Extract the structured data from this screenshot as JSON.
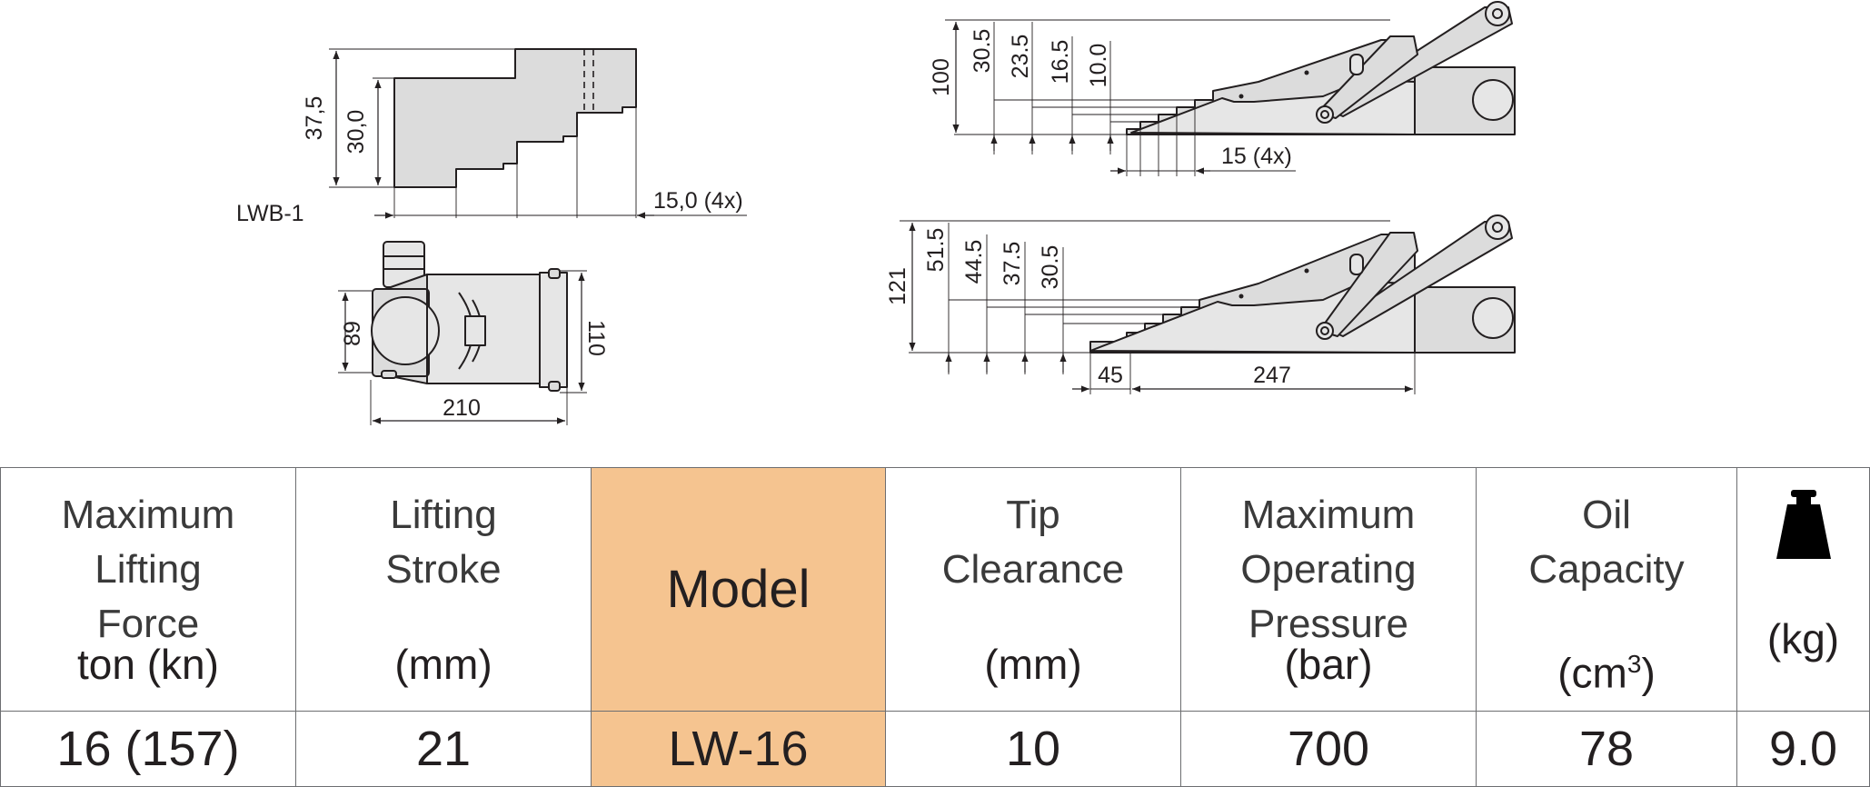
{
  "drawing": {
    "left_view": {
      "dims": {
        "height_total": "37,5",
        "height_lift": "30,0",
        "step_pitch": "15,0 (4x)"
      },
      "part_label": "LWB-1"
    },
    "top_view": {
      "dims": {
        "height": "89",
        "width": "110",
        "length": "210"
      }
    },
    "right_top_view": {
      "dims": {
        "overall": "100",
        "h1": "30.5",
        "h2": "23.5",
        "h3": "16.5",
        "h4": "10.0",
        "step_pitch": "15 (4x)"
      }
    },
    "right_bottom_view": {
      "dims": {
        "overall": "121",
        "h1": "51.5",
        "h2": "44.5",
        "h3": "37.5",
        "h4": "30.5",
        "tip_len": "45",
        "body_len": "247"
      }
    }
  },
  "table": {
    "headers": [
      {
        "name": "Maximum Lifting Force",
        "lines": [
          "Maximum",
          "Lifting",
          "Force"
        ],
        "unit": "ton (kn)"
      },
      {
        "name": "Lifting Stroke",
        "lines": [
          "Lifting",
          "Stroke"
        ],
        "unit": "(mm)"
      },
      {
        "name": "Model",
        "lines": [
          "Model"
        ],
        "unit": ""
      },
      {
        "name": "Tip Clearance",
        "lines": [
          "Tip",
          "Clearance"
        ],
        "unit": "(mm)"
      },
      {
        "name": "Maximum Operating Pressure",
        "lines": [
          "Maximum",
          "Operating",
          "Pressure"
        ],
        "unit": "(bar)"
      },
      {
        "name": "Oil Capacity",
        "lines": [
          "Oil",
          "Capacity"
        ],
        "unit": "(cm",
        "unit_sup": "3",
        "unit_end": ")"
      },
      {
        "name": "Weight",
        "icon": "weight-icon",
        "unit": "(kg)"
      }
    ],
    "row": [
      "16 (157)",
      "21",
      "LW-16",
      "10",
      "700",
      "78",
      "9.0"
    ],
    "colors": {
      "model_highlight": "#f5c490",
      "border": "#6d6e71",
      "text": "#231f20"
    }
  }
}
